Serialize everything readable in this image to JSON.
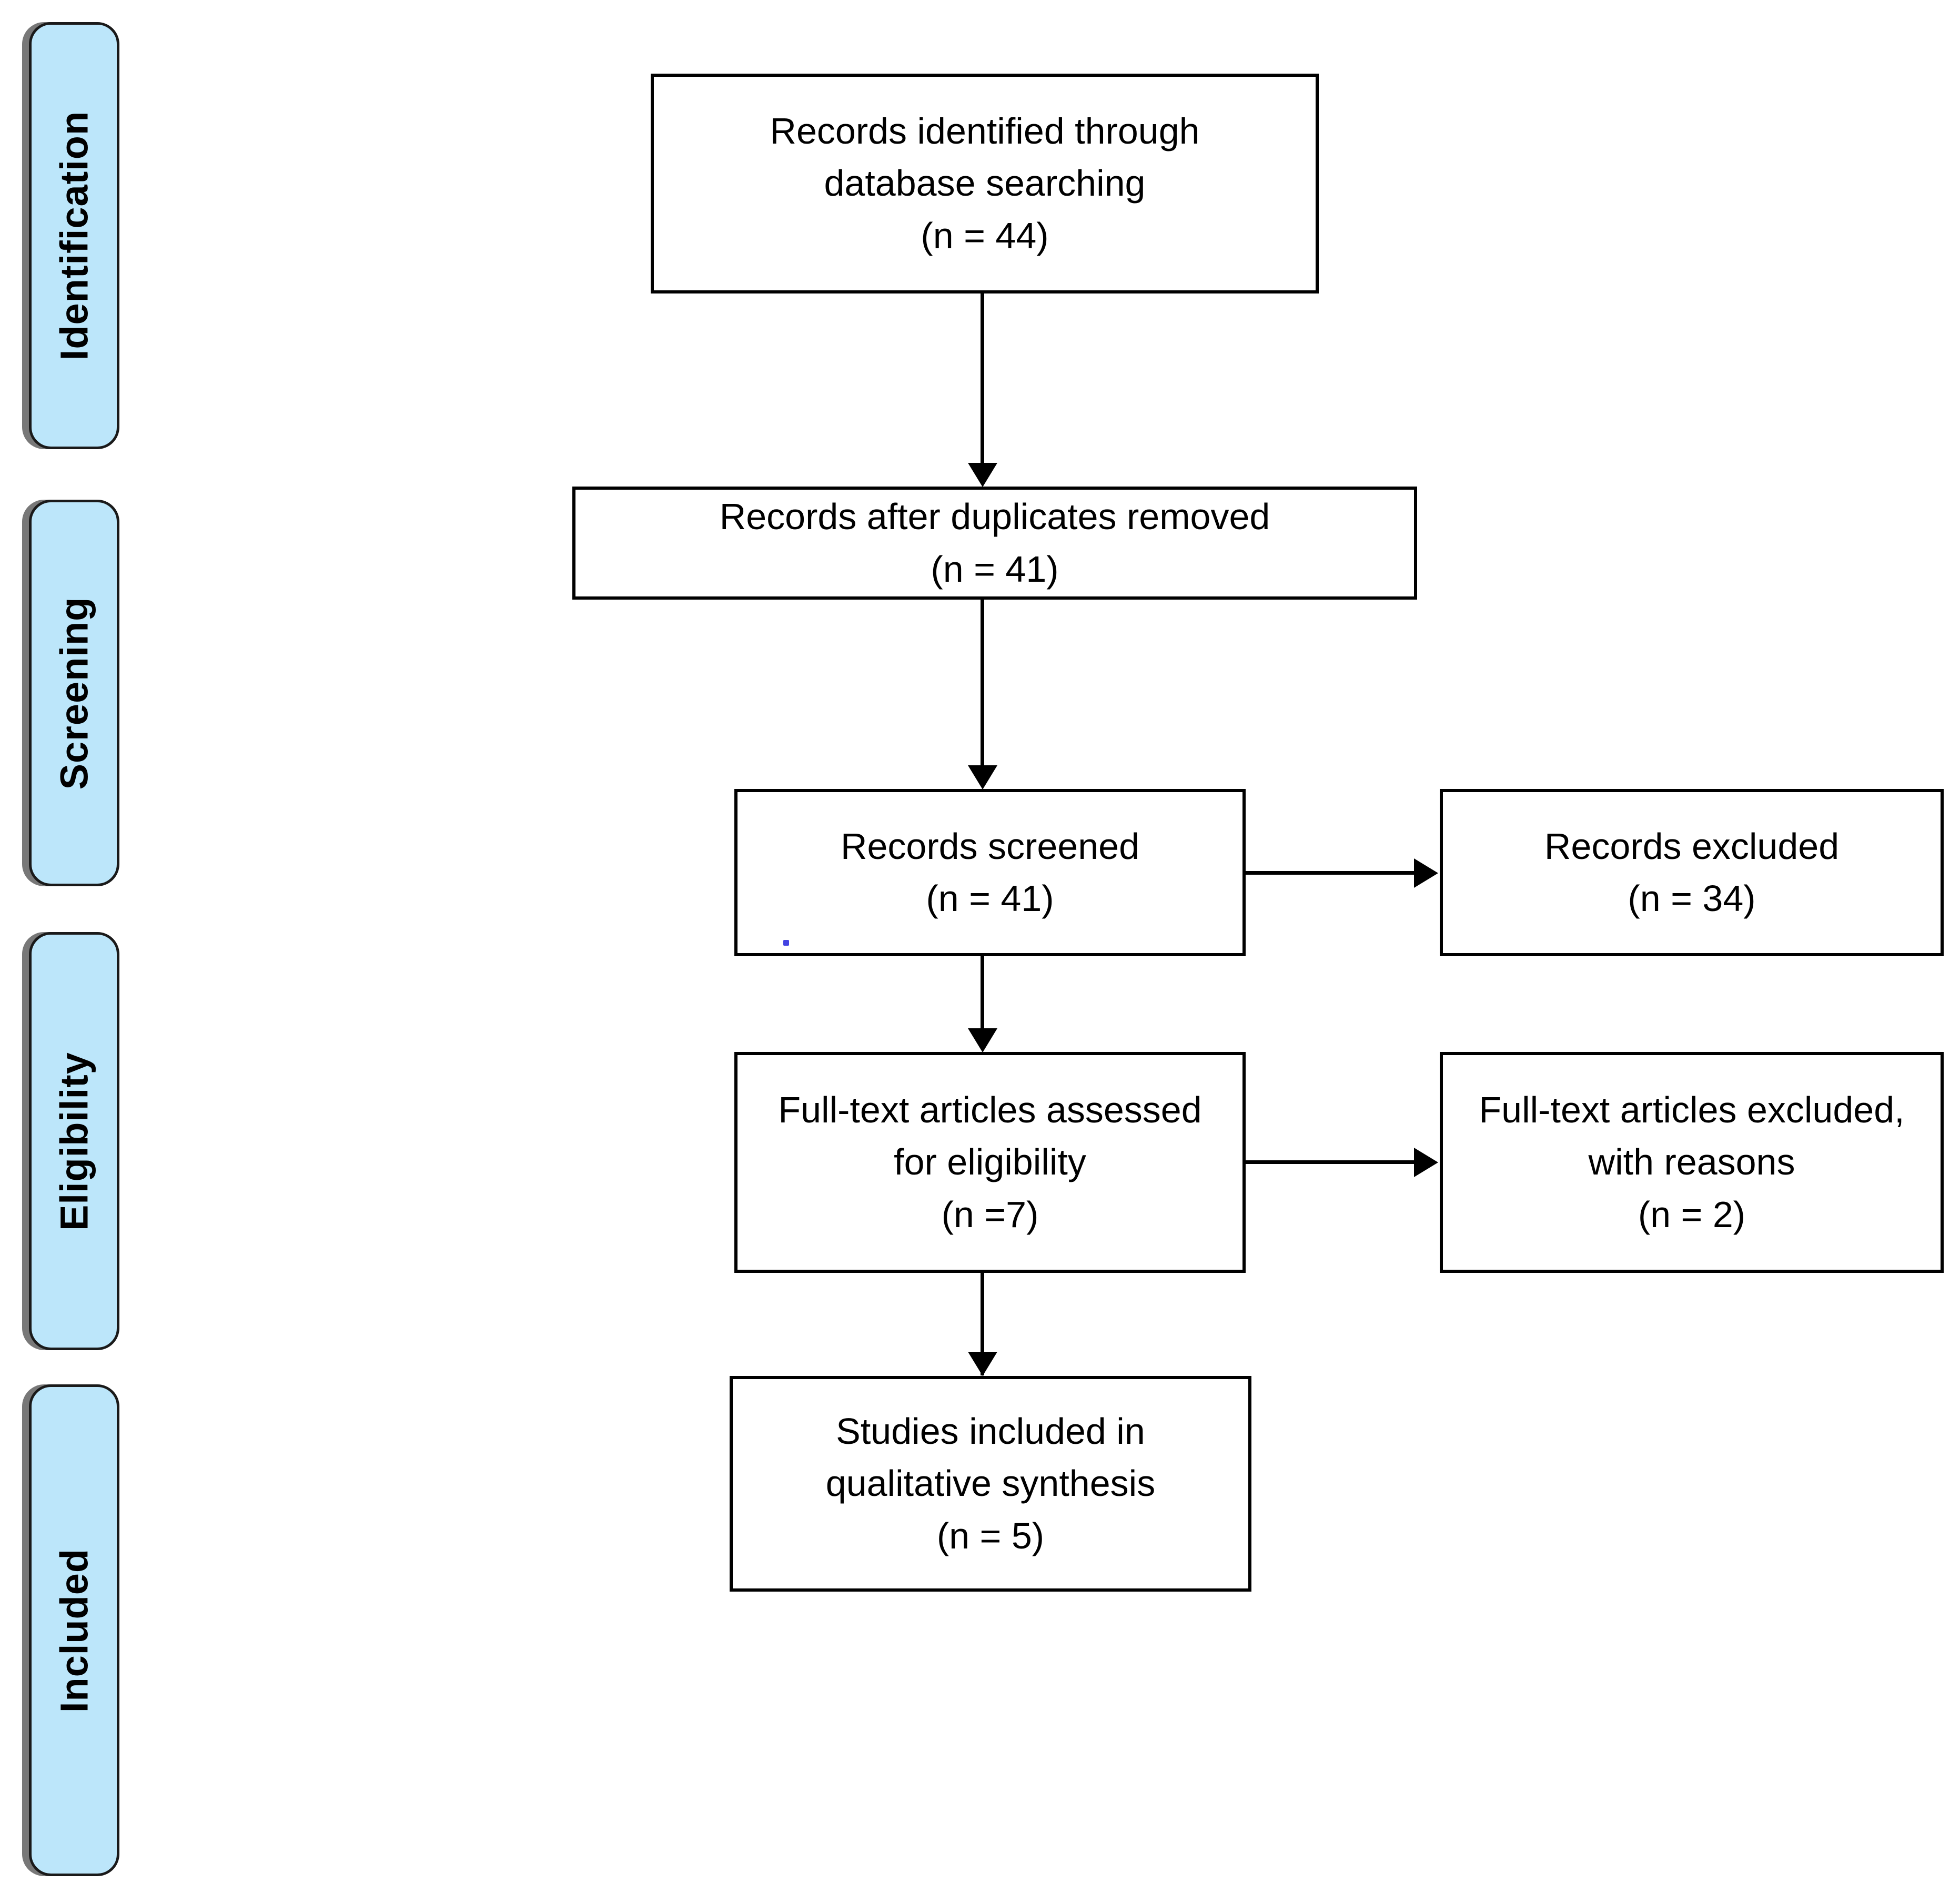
{
  "diagram": {
    "type": "prisma-flow-diagram",
    "title": "PRISMA study selection flow diagram",
    "stages": [
      {
        "id": "identification",
        "label": "Identification"
      },
      {
        "id": "screening",
        "label": "Screening"
      },
      {
        "id": "eligibility",
        "label": "Eligibility"
      },
      {
        "id": "included",
        "label": "Included"
      }
    ],
    "nodes": [
      {
        "id": "records-identified",
        "stage": "identification",
        "column": "main",
        "text": "Records identified through\ndatabase searching\n(n = 44)",
        "count_label": "(n = 44)",
        "count": 44
      },
      {
        "id": "records-after-duplicates",
        "stage": "screening",
        "column": "main",
        "text": "Records after duplicates removed\n(n = 41)",
        "count_label": "(n = 41)",
        "count": 41
      },
      {
        "id": "records-screened",
        "stage": "screening",
        "column": "main",
        "text": "Records screened\n(n = 41)",
        "count_label": "(n = 41)",
        "count": 41
      },
      {
        "id": "records-excluded",
        "stage": "screening",
        "column": "side",
        "text": "Records excluded\n(n = 34)",
        "count_label": "(n = 34)",
        "count": 34
      },
      {
        "id": "fulltext-assessed",
        "stage": "eligibility",
        "column": "main",
        "text": "Full-text articles assessed\nfor eligibility\n(n =7)",
        "count_label": "(n =7)",
        "count": 7
      },
      {
        "id": "fulltext-excluded",
        "stage": "eligibility",
        "column": "side",
        "text": "Full-text articles excluded,\nwith reasons\n(n = 2)",
        "count_label": "(n = 2)",
        "count": 2
      },
      {
        "id": "studies-included",
        "stage": "included",
        "column": "main",
        "text": "Studies included in\nqualitative synthesis\n(n = 5)",
        "count_label": "(n = 5)",
        "count": 5
      }
    ],
    "connectors": [
      {
        "id": "identified-to-dedup",
        "from": "records-identified",
        "to": "records-after-duplicates",
        "direction": "down"
      },
      {
        "id": "dedup-to-screened",
        "from": "records-after-duplicates",
        "to": "records-screened",
        "direction": "down"
      },
      {
        "id": "screened-to-excluded",
        "from": "records-screened",
        "to": "records-excluded",
        "direction": "right"
      },
      {
        "id": "screened-to-fulltext",
        "from": "records-screened",
        "to": "fulltext-assessed",
        "direction": "down"
      },
      {
        "id": "fulltext-to-excluded",
        "from": "fulltext-assessed",
        "to": "fulltext-excluded",
        "direction": "right"
      },
      {
        "id": "fulltext-to-included",
        "from": "fulltext-assessed",
        "to": "studies-included",
        "direction": "down"
      }
    ],
    "colors": {
      "stage_fill": "#bce6fa",
      "stage_border": "#1a1a1a",
      "stage_shadow": "#787878",
      "node_border": "#000000",
      "node_fill": "#ffffff",
      "connector": "#000000",
      "speck": "#2222dd"
    }
  }
}
